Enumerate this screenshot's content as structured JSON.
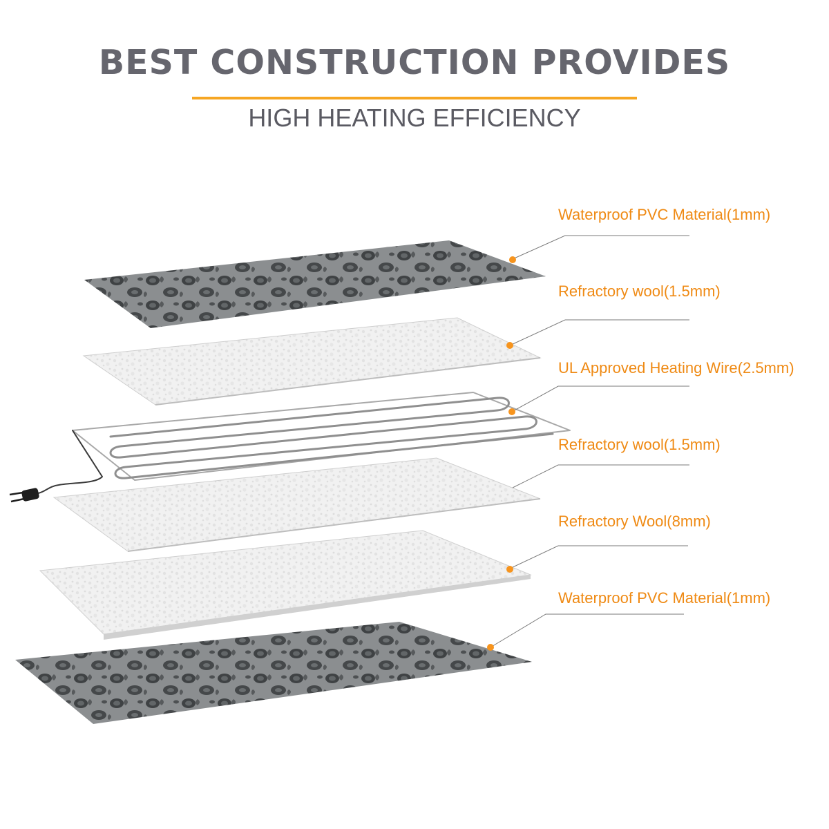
{
  "header": {
    "title": "BEST CONSTRUCTION PROVIDES",
    "subtitle": "HIGH HEATING EFFICIENCY"
  },
  "colors": {
    "title": "#66666e",
    "subtitle": "#5a5a62",
    "accent": "#f6a623",
    "label": "#ef8a14",
    "leader": "#7a7a7a",
    "dot": "#f7941d"
  },
  "layers": [
    {
      "label": "Waterproof PVC Material(1mm)",
      "material": "patterned-pvc"
    },
    {
      "label": "Refractory wool(1.5mm)",
      "material": "white-wool"
    },
    {
      "label": "UL Approved Heating Wire(2.5mm)",
      "material": "heating-wire"
    },
    {
      "label": "Refractory wool(1.5mm)",
      "material": "white-wool"
    },
    {
      "label": "Refractory Wool(8mm)",
      "material": "thick-white-wool"
    },
    {
      "label": "Waterproof PVC Material(1mm)",
      "material": "patterned-pvc"
    }
  ]
}
